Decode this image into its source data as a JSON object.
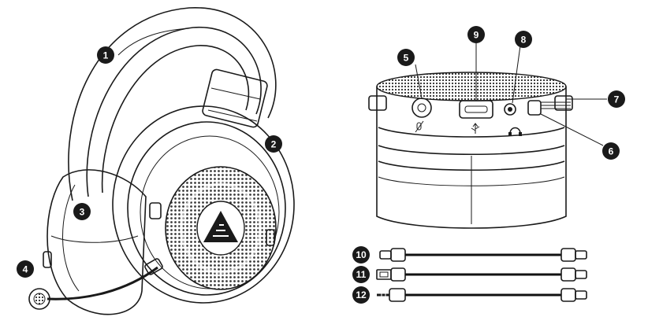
{
  "callouts": [
    "1",
    "2",
    "3",
    "4",
    "5",
    "6",
    "7",
    "8",
    "9",
    "10",
    "11",
    "12"
  ],
  "port_symbols": {
    "mic": "mic-mute-icon",
    "usb": "usb-icon",
    "headphone": "headphone-icon"
  },
  "colors": {
    "ink": "#1a1a1a",
    "mesh": "#555555",
    "background": "#ffffff"
  }
}
